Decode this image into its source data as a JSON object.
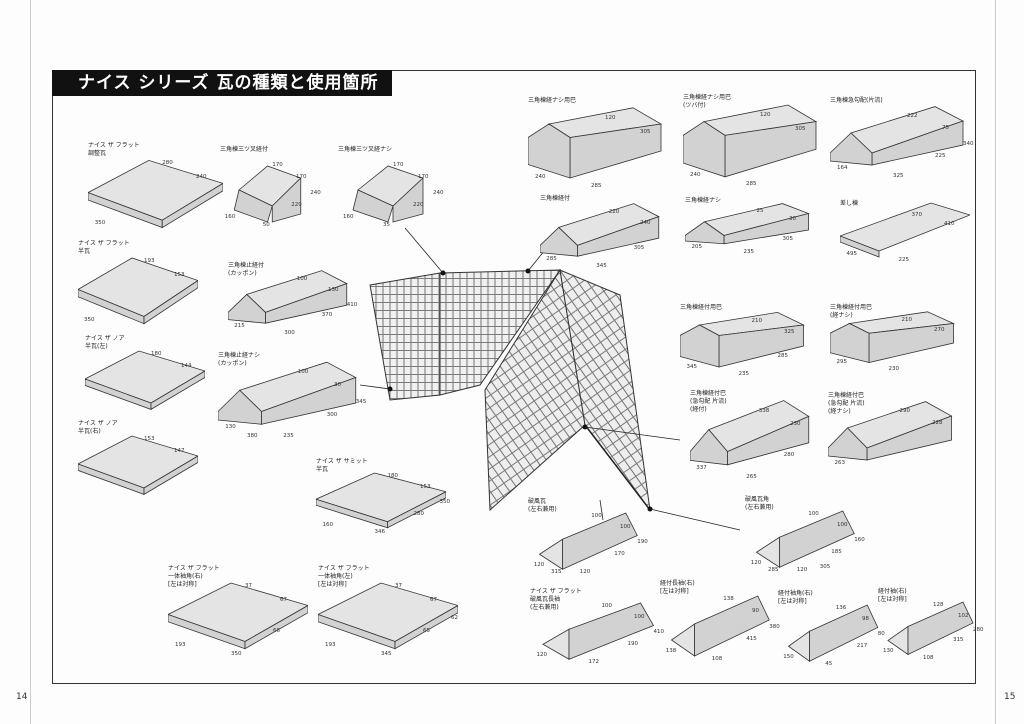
{
  "title": "ナイス シリーズ  瓦の種類と使用箇所",
  "page_numbers": {
    "left": "14",
    "right": "15"
  },
  "items": [
    {
      "lines": [
        "ナイス ザ フラット",
        "調整瓦"
      ],
      "dims": [
        "280",
        "240",
        "350"
      ],
      "shape": "flat"
    },
    {
      "lines": [
        "ナイス ザ フラット",
        "半瓦"
      ],
      "dims": [
        "193",
        "153",
        "350"
      ],
      "shape": "flat"
    },
    {
      "lines": [
        "ナイス ザ ノア",
        "半瓦(左)"
      ],
      "dims": [
        "180",
        "144"
      ],
      "shape": "flat"
    },
    {
      "lines": [
        "ナイス ザ ノア",
        "半瓦(右)"
      ],
      "dims": [
        "153",
        "147"
      ],
      "shape": "flat"
    },
    {
      "lines": [
        "三角棟三ツ叉経付"
      ],
      "dims": [
        "170",
        "170",
        "160",
        "50",
        "220",
        "240"
      ],
      "shape": "cross"
    },
    {
      "lines": [
        "三角棟三ツ叉経ナシ"
      ],
      "dims": [
        "170",
        "170",
        "160",
        "35",
        "220",
        "240"
      ],
      "shape": "cross"
    },
    {
      "lines": [
        "三角棟止経付",
        "(カッポン)"
      ],
      "dims": [
        "100",
        "130",
        "215",
        "300",
        "370",
        "410"
      ],
      "shape": "ridge"
    },
    {
      "lines": [
        "三角棟止経ナシ",
        "(カッポン)"
      ],
      "dims": [
        "100",
        "30",
        "130",
        "235",
        "300",
        "345",
        "380"
      ],
      "shape": "ridge"
    },
    {
      "lines": [
        "ナイス ザ サミット",
        "半瓦"
      ],
      "dims": [
        "180",
        "153",
        "160",
        "346",
        "280",
        "350"
      ],
      "shape": "flat"
    },
    {
      "lines": [
        "ナイス ザ フラット",
        "一体袖角(右)",
        "[左は対称]"
      ],
      "dims": [
        "37",
        "67",
        "193",
        "350",
        "66"
      ],
      "shape": "flat"
    },
    {
      "lines": [
        "ナイス ザ フラット",
        "一体袖角(左)",
        "[左は対称]"
      ],
      "dims": [
        "37",
        "67",
        "193",
        "345",
        "65",
        "62"
      ],
      "shape": "flat"
    },
    {
      "lines": [
        "三角棟経ナシ用巴"
      ],
      "dims": [
        "120",
        "305",
        "240",
        "285"
      ],
      "shape": "gable"
    },
    {
      "lines": [
        "三角棟経ナシ用巴",
        "(ツバ付)"
      ],
      "dims": [
        "120",
        "305",
        "240",
        "285"
      ],
      "shape": "gable"
    },
    {
      "lines": [
        "三角棟急勾配(片流)"
      ],
      "dims": [
        "222",
        "75",
        "164",
        "325",
        "225",
        "340"
      ],
      "shape": "ridge"
    },
    {
      "lines": [
        "三角棟経付"
      ],
      "dims": [
        "220",
        "240",
        "285",
        "345",
        "305"
      ],
      "shape": "ridge"
    },
    {
      "lines": [
        "三角棟経ナシ"
      ],
      "dims": [
        "25",
        "30",
        "205",
        "235",
        "305"
      ],
      "shape": "ridge"
    },
    {
      "lines": [
        "差し棟"
      ],
      "dims": [
        "370",
        "410",
        "495",
        "225"
      ],
      "shape": "trough"
    },
    {
      "lines": [
        "三角棟経付用巴"
      ],
      "dims": [
        "210",
        "325",
        "345",
        "235",
        "285"
      ],
      "shape": "gable"
    },
    {
      "lines": [
        "三角棟経付用巴",
        "(経ナシ)"
      ],
      "dims": [
        "210",
        "270",
        "295",
        "230"
      ],
      "shape": "gable"
    },
    {
      "lines": [
        "三角棟経付巴",
        "(急勾配 片流)",
        "(経付)"
      ],
      "dims": [
        "338",
        "230",
        "337",
        "265",
        "280"
      ],
      "shape": "ridge"
    },
    {
      "lines": [
        "三角棟経付巴",
        "(急勾配 片流)",
        "(経ナシ)"
      ],
      "dims": [
        "290",
        "228",
        "263"
      ],
      "shape": "ridge"
    },
    {
      "lines": [
        "破風瓦",
        "(左右兼用)"
      ],
      "dims": [
        "100",
        "100",
        "120",
        "120",
        "170",
        "190",
        "315"
      ],
      "shape": "wedge"
    },
    {
      "lines": [
        "破風瓦角",
        "(左右兼用)"
      ],
      "dims": [
        "100",
        "100",
        "120",
        "120",
        "185",
        "160",
        "285",
        "305"
      ],
      "shape": "wedge"
    },
    {
      "lines": [
        "ナイス ザ フラット",
        "破風瓦長袖",
        "(左右兼用)"
      ],
      "dims": [
        "100",
        "100",
        "120",
        "172",
        "190",
        "410"
      ],
      "shape": "wedge"
    },
    {
      "lines": [
        "経付長袖(右)",
        "[左は対称]"
      ],
      "dims": [
        "138",
        "90",
        "138",
        "108",
        "415",
        "380"
      ],
      "shape": "wedge"
    },
    {
      "lines": [
        "経付袖角(右)",
        "[左は対称]"
      ],
      "dims": [
        "136",
        "98",
        "150",
        "45",
        "217",
        "80"
      ],
      "shape": "wedge"
    },
    {
      "lines": [
        "経付袖(右)",
        "[左は対称]"
      ],
      "dims": [
        "128",
        "102",
        "130",
        "108",
        "315",
        "280"
      ],
      "shape": "wedge"
    }
  ],
  "colors": {
    "tile_fill": "#e4e4e4",
    "tile_stroke": "#333333",
    "title_bg": "#111111",
    "title_text": "#ffffff"
  }
}
